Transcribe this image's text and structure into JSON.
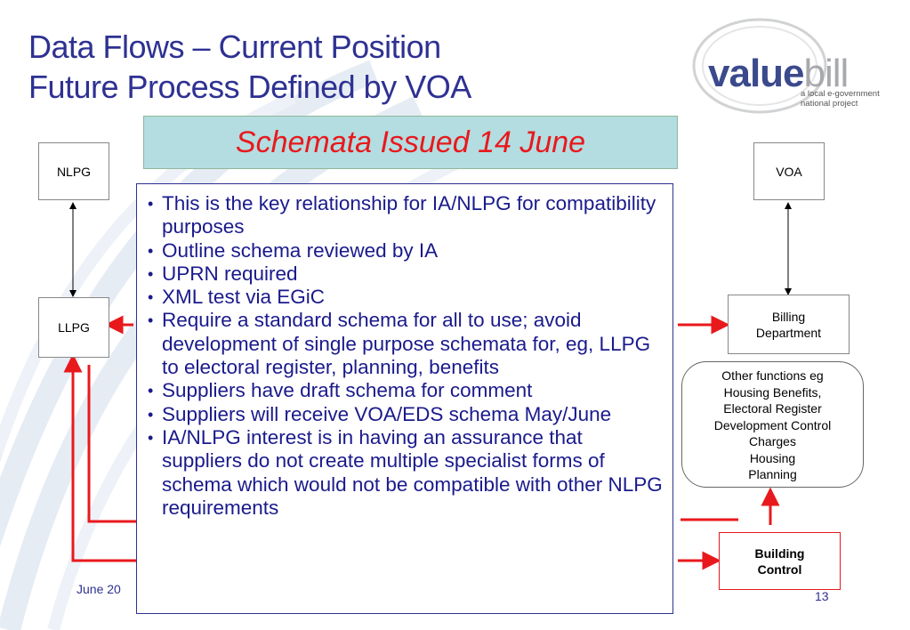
{
  "title": {
    "line1": "Data Flows – Current Position",
    "line2": "Future Process Defined by VOA"
  },
  "logo": {
    "word_value": "value",
    "word_bill": "bill",
    "tagline1": "a local e-government",
    "tagline2": "national project"
  },
  "banner": {
    "text": "Schemata Issued 14 June"
  },
  "nodes": {
    "nlpg": "NLPG",
    "llpg": "LLPG",
    "voa": "VOA",
    "billing": {
      "line1": "Billing",
      "line2": "Department"
    },
    "other_functions": [
      "Other functions eg",
      "Housing Benefits,",
      "Electoral Register",
      "Development Control",
      "Charges",
      "Housing",
      "Planning"
    ],
    "building_control": {
      "line1": "Building",
      "line2": "Control"
    }
  },
  "bullets": [
    "This is the key relationship for IA/NLPG for compatibility purposes",
    "Outline schema reviewed by IA",
    "UPRN required",
    "XML test via EGiC",
    "Require a standard schema for all to use; avoid development of single purpose schemata for, eg, LLPG to electoral register, planning, benefits",
    "Suppliers have draft schema for comment",
    "Suppliers will receive VOA/EDS schema May/June",
    "IA/NLPG interest is in having an assurance that suppliers do not create multiple specialist forms of schema which would not be compatible with other NLPG requirements"
  ],
  "footer": {
    "date": "June 20",
    "page": "13"
  },
  "colors": {
    "title": "#2e3192",
    "banner_bg": "#b3dde0",
    "banner_text": "#e8191d",
    "arrow_red": "#e8191d"
  }
}
